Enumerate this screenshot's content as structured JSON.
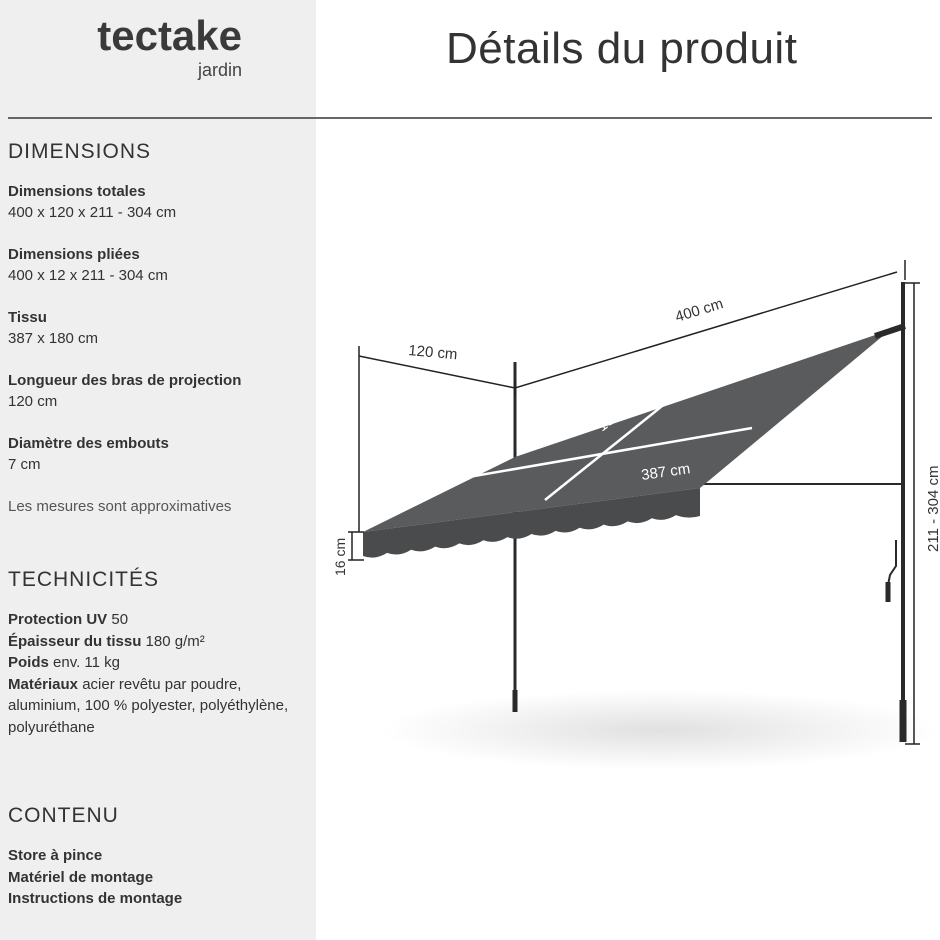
{
  "logo": {
    "brand": "tectake",
    "sub": "jardin"
  },
  "title": "Détails du produit",
  "dimensions": {
    "heading": "DIMENSIONS",
    "items": [
      {
        "label": "Dimensions totales",
        "value": "400 x 120 x 211 - 304 cm"
      },
      {
        "label": "Dimensions pliées",
        "value": "400 x 12 x 211 - 304 cm"
      },
      {
        "label": "Tissu",
        "value": "387 x 180 cm"
      },
      {
        "label": "Longueur des bras de projection",
        "value": "120 cm"
      },
      {
        "label": "Diamètre des embouts",
        "value": "7 cm"
      }
    ],
    "note": "Les mesures sont approximatives"
  },
  "technicites": {
    "heading": "TECHNICITÉS",
    "items": [
      {
        "label": "Protection UV",
        "value": " 50"
      },
      {
        "label": "Épaisseur du tissu",
        "value": " 180 g/m²"
      },
      {
        "label": "Poids",
        "value": " env. 11 kg"
      },
      {
        "label": "Matériaux",
        "value": " acier revêtu par poudre, aluminium, 100 % polyester, polyéthylène, polyuréthane"
      }
    ]
  },
  "contenu": {
    "heading": "CONTENU",
    "items": [
      "Store à pince",
      "Matériel de montage",
      "Instructions de montage"
    ]
  },
  "diagram": {
    "labels": {
      "width": "400  cm",
      "depth": "120 cm",
      "fabric_depth": "180 cm",
      "fabric_width": "387 cm",
      "valance": "16 cm",
      "height": "211 - 304 cm"
    },
    "colors": {
      "fabric": "#5a5b5d",
      "valance": "#4a4b4d",
      "frame": "#2a2a2a"
    }
  }
}
